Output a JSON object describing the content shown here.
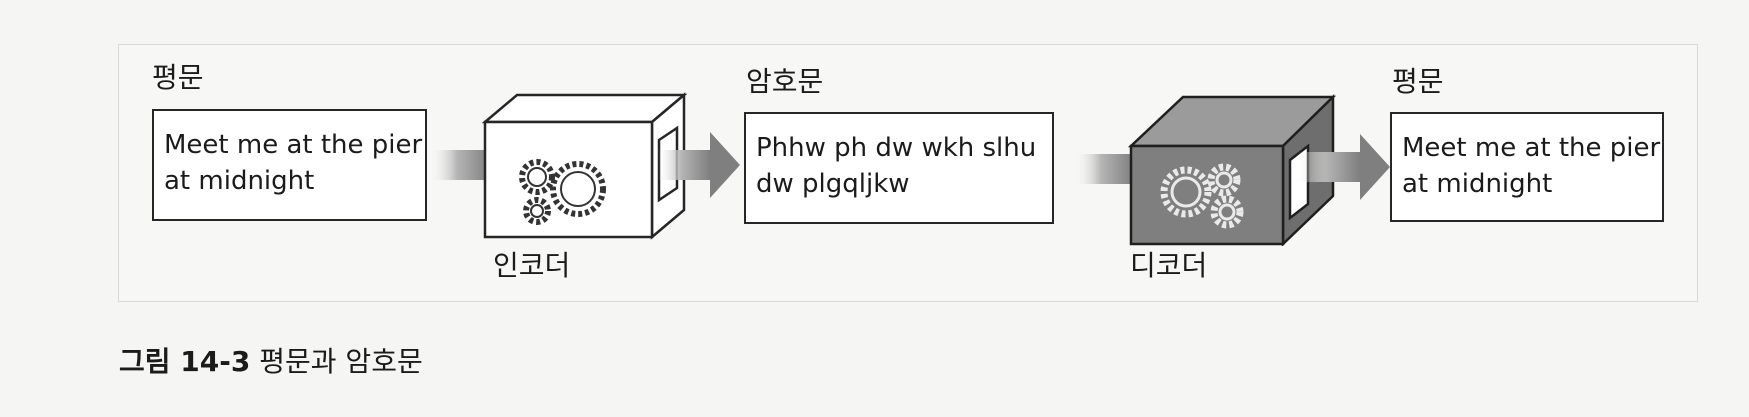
{
  "diagram": {
    "plaintext_in": {
      "label": "평문",
      "lines": [
        "Meet me at the pier",
        "at midnight"
      ]
    },
    "encoder": {
      "label": "인코더",
      "gear_icon": "gears-icon"
    },
    "ciphertext": {
      "label": "암호문",
      "lines": [
        "Phhw ph dw wkh slhu",
        "dw plgqljkw"
      ]
    },
    "decoder": {
      "label": "디코더",
      "gear_icon": "gears-icon"
    },
    "plaintext_out": {
      "label": "평문",
      "lines": [
        "Meet me at the pier",
        "at midnight"
      ]
    }
  },
  "caption": {
    "number": "그림 14-3",
    "text": "평문과 암호문"
  },
  "colors": {
    "box_border": "#262626",
    "encoder_face": "#ffffff",
    "decoder_face": "#7a7a7a",
    "arrow": "#8a8a8a"
  }
}
